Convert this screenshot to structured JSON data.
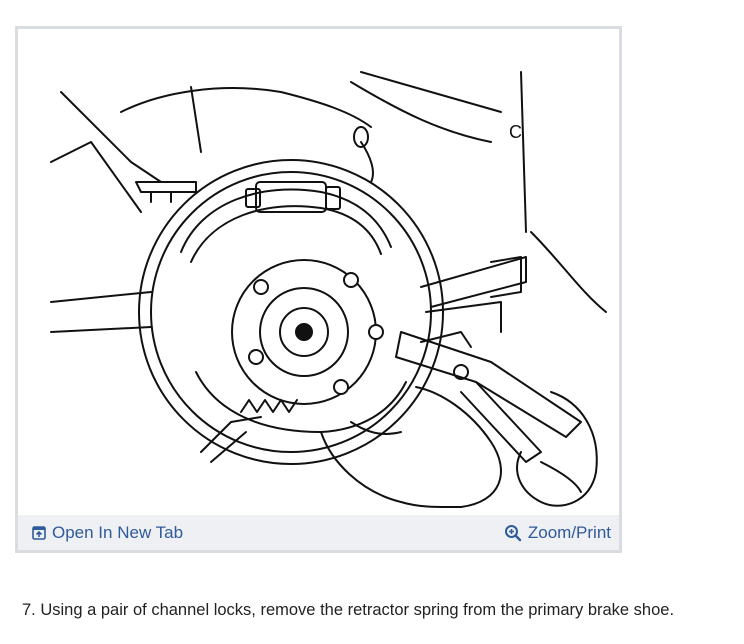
{
  "figure": {
    "callout_letter": "C",
    "toolbar": {
      "open_tab_label": "Open In New Tab",
      "zoom_label": "Zoom/Print"
    }
  },
  "caption": "7. Using a pair of channel locks, remove the retractor spring from the primary brake shoe.",
  "colors": {
    "link": "#2f5b9a",
    "frame_border": "#d9dde2",
    "toolbar_bg": "#eef0f3",
    "line_art": "#111111"
  }
}
